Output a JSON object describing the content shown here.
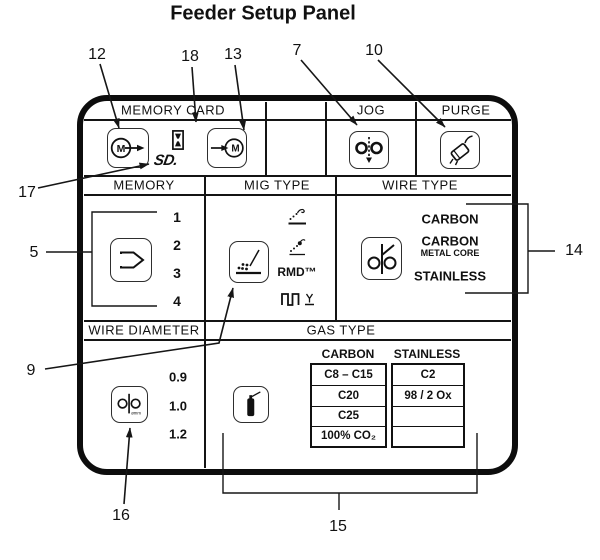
{
  "figure": {
    "title": "Feeder Setup Panel"
  },
  "sections": {
    "memory_card": {
      "header": "MEMORY CARD",
      "sd_logo": "SD."
    },
    "jog": {
      "header": "JOG"
    },
    "purge": {
      "header": "PURGE"
    },
    "memory": {
      "header": "MEMORY",
      "slots": [
        "1",
        "2",
        "3",
        "4"
      ]
    },
    "mig_type": {
      "header": "MIG TYPE",
      "modes": {
        "rmd": "RMD™"
      }
    },
    "wire_type": {
      "header": "WIRE TYPE",
      "options": [
        {
          "label": "CARBON",
          "sub": ""
        },
        {
          "label": "CARBON",
          "sub": "METAL CORE"
        },
        {
          "label": "STAINLESS",
          "sub": ""
        }
      ]
    },
    "wire_diameter": {
      "header": "WIRE DIAMETER",
      "values": [
        "0.9",
        "1.0",
        "1.2"
      ]
    },
    "gas_type": {
      "header": "GAS TYPE",
      "carbon": {
        "header": "CARBON",
        "rows": [
          "C8 – C15",
          "C20",
          "C25",
          "100% CO₂"
        ]
      },
      "stainless": {
        "header": "STAINLESS",
        "rows": [
          "C2",
          "98 / 2 Ox",
          "",
          ""
        ]
      }
    }
  },
  "callouts": {
    "c12": "12",
    "c18": "18",
    "c13": "13",
    "c7": "7",
    "c10": "10",
    "c17": "17",
    "c5": "5",
    "c9": "9",
    "c16": "16",
    "c15": "15",
    "c14": "14"
  },
  "icons": {
    "save_to_card": "M-in-circle-arrow-out-icon",
    "card_slot": "memory-card-slot-icon",
    "load_from_card": "arrow-into-M-circle-icon",
    "sd_logo": "sd-card-logo",
    "jog": "drive-rolls-arrow-down-icon",
    "purge": "gun-nozzle-gas-icon",
    "memory_select": "arrow-tag-icon",
    "mig_type_select": "spray-arc-icon",
    "mode_spray": "spray-transfer-icon",
    "mode_pulse_spray": "pulse-spray-transfer-icon",
    "mode_pulse": "pulse-waveform-icon",
    "wire_type_select": "rolls-and-wire-icon",
    "wire_diameter_select": "rolls-diameter-mm-icon",
    "gas_type_select": "gas-cylinder-icon"
  },
  "colors": {
    "ink": "#111111",
    "background": "#ffffff"
  }
}
